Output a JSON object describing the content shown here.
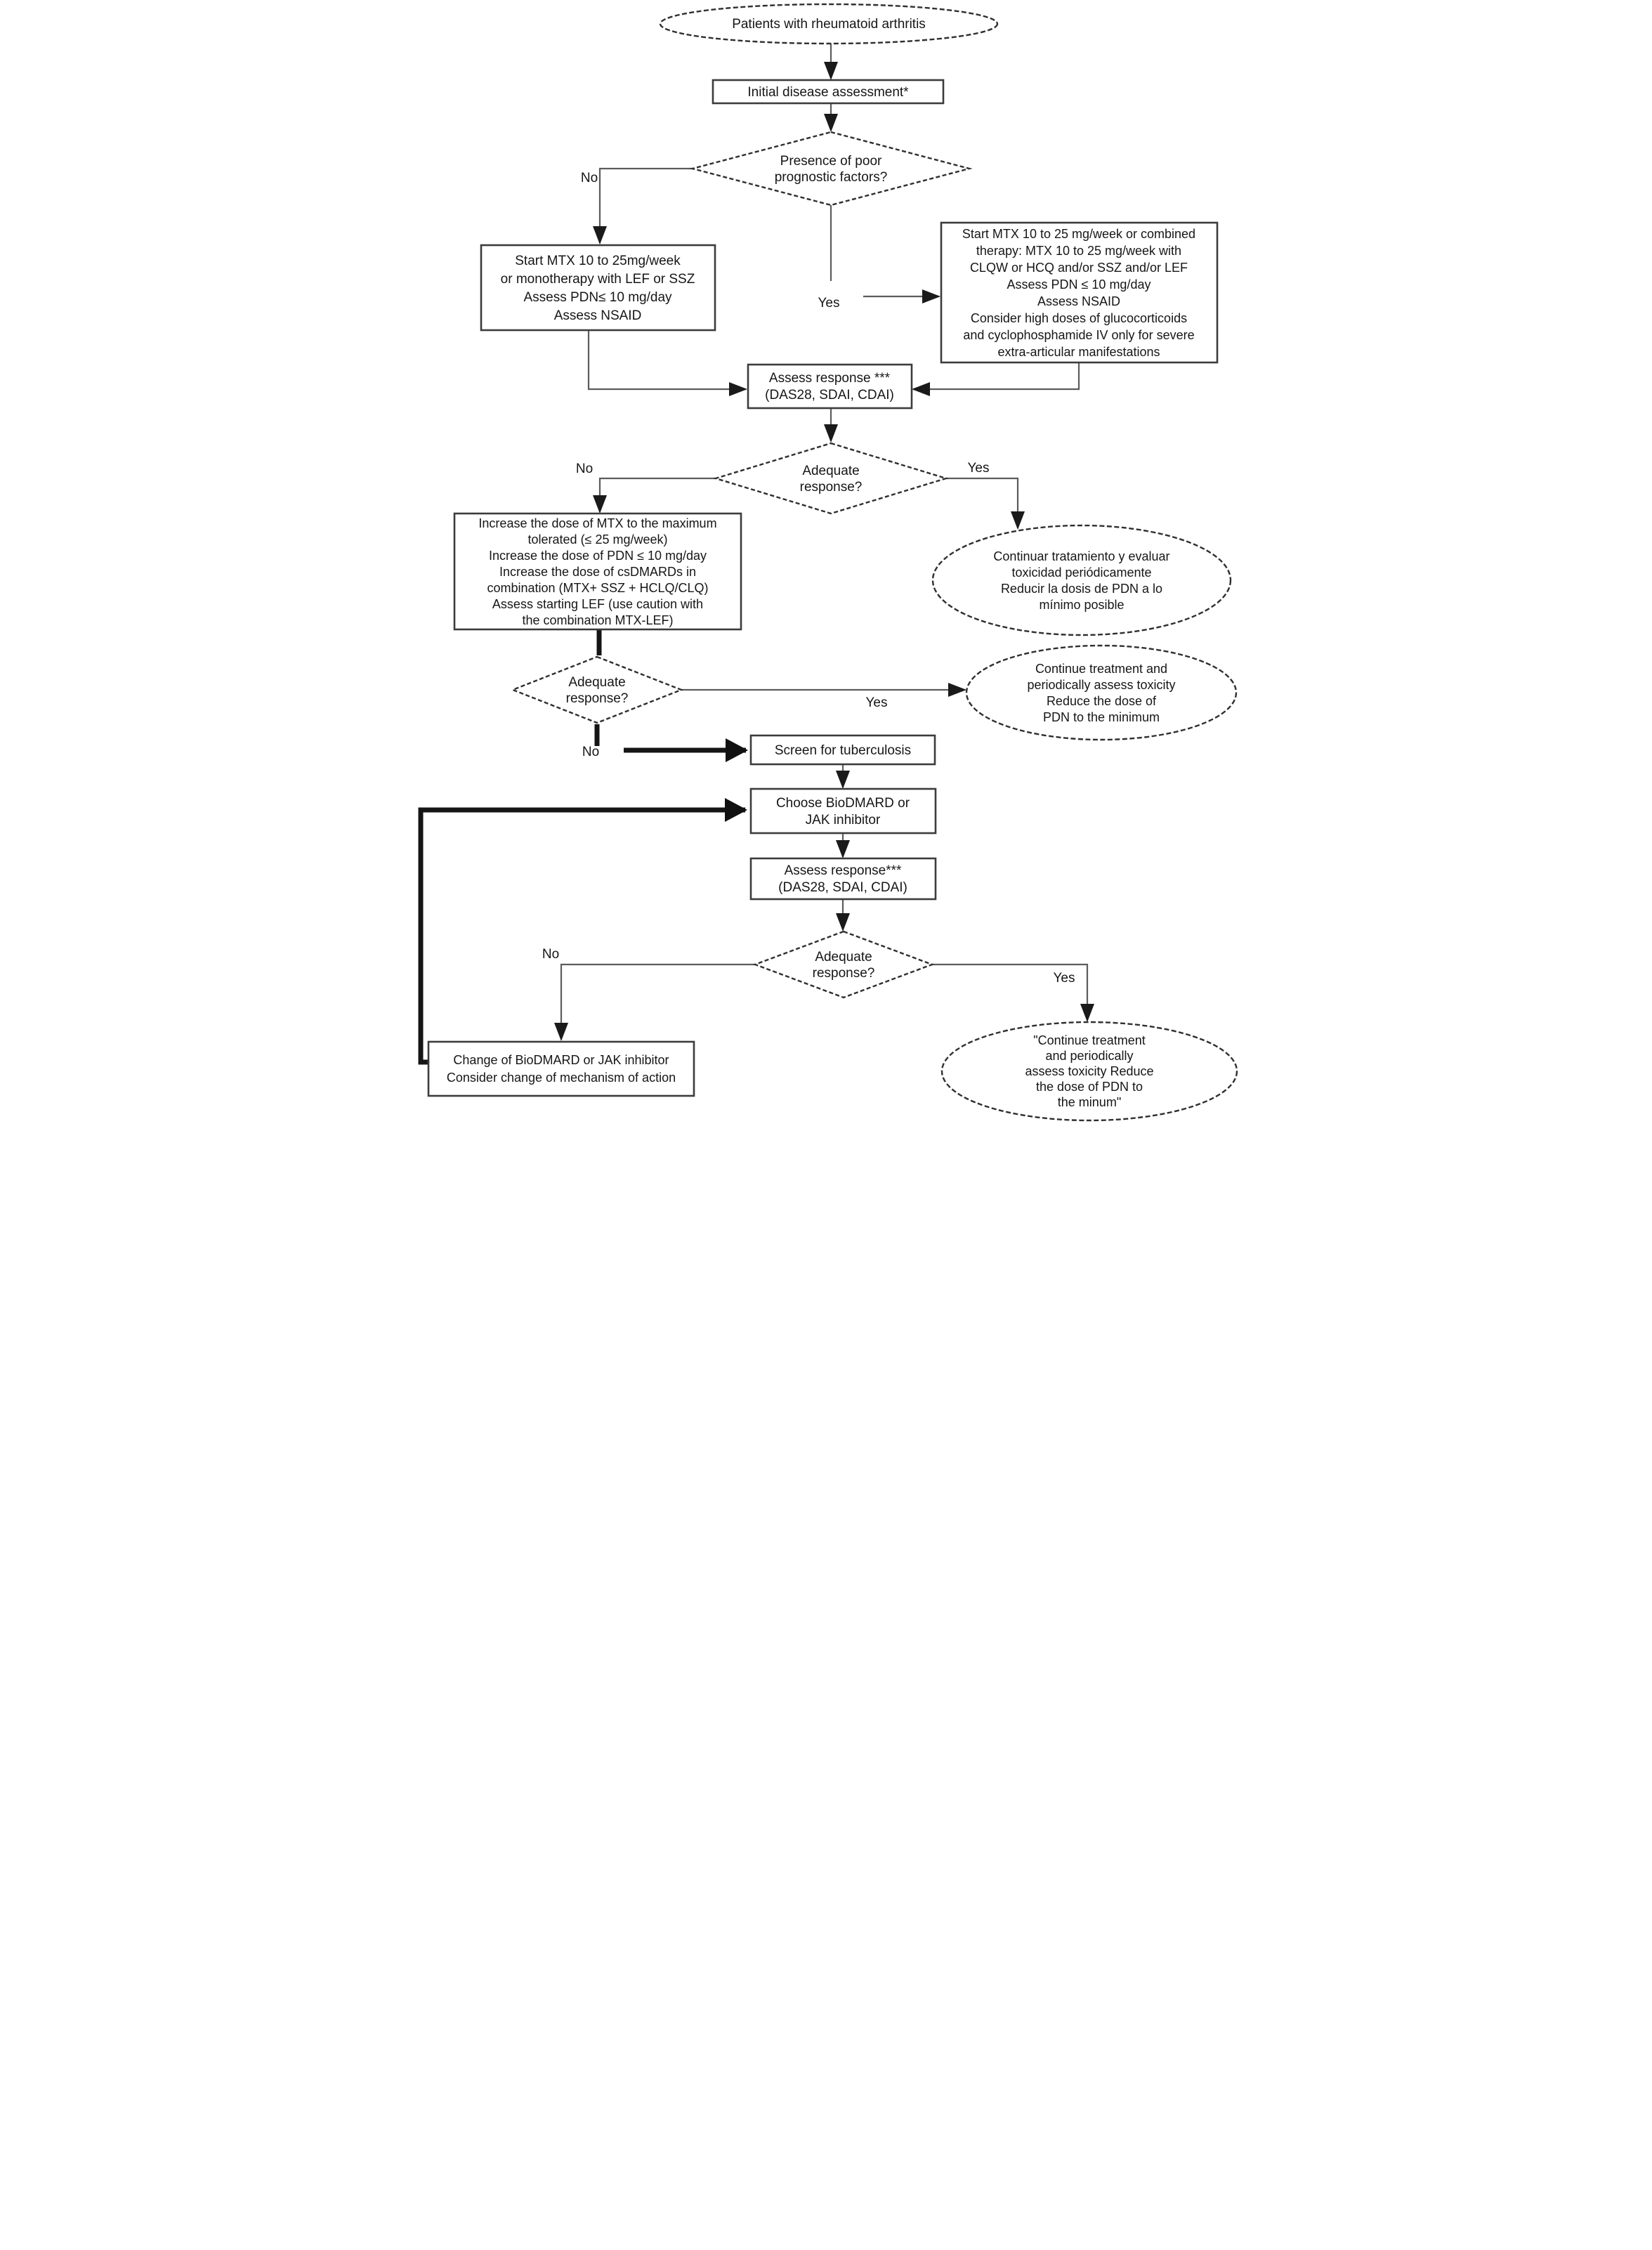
{
  "nodes": {
    "start": {
      "type": "terminator",
      "lines": [
        "Patients with rheumatoid arthritis"
      ]
    },
    "initial": {
      "type": "process",
      "lines": [
        "Initial disease assessment*"
      ]
    },
    "prognostic": {
      "type": "decision",
      "lines": [
        "Presence of poor",
        "prognostic factors?"
      ]
    },
    "mono": {
      "type": "process",
      "lines": [
        "Start MTX 10 to 25mg/week",
        "or monotherapy with LEF or SSZ",
        "Assess PDN≤ 10 mg/day",
        "Assess NSAID"
      ]
    },
    "combined": {
      "type": "process",
      "lines": [
        "Start MTX 10 to 25 mg/week or combined",
        "therapy: MTX 10 to 25 mg/week with",
        "CLQW or HCQ and/or SSZ and/or LEF",
        "Assess PDN ≤ 10 mg/day",
        "Assess NSAID",
        "Consider high doses of glucocorticoids",
        "and cyclophosphamide IV only for severe",
        "extra-articular manifestations"
      ]
    },
    "assess1": {
      "type": "process",
      "lines": [
        "Assess response ***",
        "(DAS28, SDAI, CDAI)"
      ]
    },
    "adequate1": {
      "type": "decision",
      "lines": [
        "Adequate",
        "response?"
      ]
    },
    "continue_es": {
      "type": "terminator",
      "lines": [
        "Continuar tratamiento y evaluar",
        "toxicidad periódicamente",
        "Reducir la dosis de PDN a lo",
        "mínimo posible"
      ]
    },
    "increase": {
      "type": "process",
      "lines": [
        "Increase the dose of MTX to the maximum",
        "tolerated (≤ 25 mg/week)",
        "Increase the dose of PDN ≤ 10 mg/day",
        "Increase the dose of csDMARDs in",
        "combination (MTX+ SSZ + HCLQ/CLQ)",
        "Assess starting LEF (use caution with",
        "the combination MTX-LEF)"
      ]
    },
    "adequate2": {
      "type": "decision",
      "lines": [
        "Adequate",
        "response?"
      ]
    },
    "continue_en": {
      "type": "terminator",
      "lines": [
        "Continue treatment and",
        "periodically assess toxicity",
        "Reduce the dose of",
        "PDN to the minimum"
      ]
    },
    "tb": {
      "type": "process",
      "lines": [
        "Screen for tuberculosis"
      ]
    },
    "choose": {
      "type": "process",
      "lines": [
        "Choose BioDMARD or",
        "JAK inhibitor"
      ]
    },
    "assess2": {
      "type": "process",
      "lines": [
        "Assess response***",
        "(DAS28, SDAI, CDAI)"
      ]
    },
    "adequate3": {
      "type": "decision",
      "lines": [
        "Adequate",
        "response?"
      ]
    },
    "change": {
      "type": "process",
      "lines": [
        "Change of BioDMARD or JAK inhibitor",
        "Consider change of mechanism of action"
      ]
    },
    "continue_q": {
      "type": "terminator",
      "lines": [
        "\"Continue treatment",
        "and periodically",
        "assess toxicity Reduce",
        "the dose of PDN to",
        "the minum\""
      ]
    }
  },
  "edges": {
    "prognostic_no": "No",
    "prognostic_yes": "Yes",
    "response1_no": "No",
    "response1_yes": "Yes",
    "response2_no": "No",
    "response2_yes": "Yes",
    "response3_no": "No",
    "response3_yes": "Yes"
  },
  "colors": {
    "line": "#5c5c5c",
    "arrowhead": "#1a1a1a",
    "shape_border": "#2f2f2f",
    "background": "#ffffff",
    "text": "#161616"
  }
}
